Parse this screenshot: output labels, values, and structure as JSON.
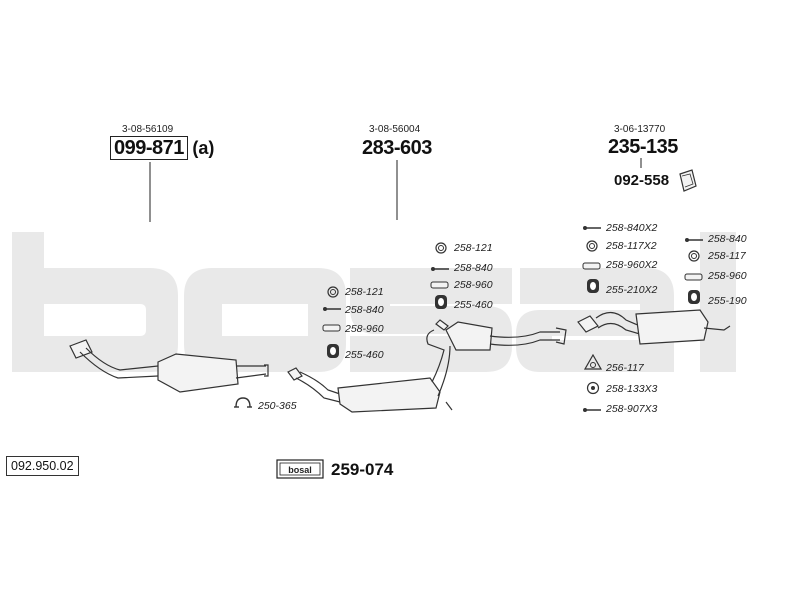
{
  "diagram_id": "092.950.02",
  "watermark": {
    "text": "bosal"
  },
  "brand_tag": {
    "text": "bosal",
    "part_number": "259-074"
  },
  "sections": [
    {
      "ref": "3-08-56109",
      "part_number": "099-871",
      "suffix": "(a)"
    },
    {
      "ref": "3-08-56004",
      "part_number": "283-603"
    },
    {
      "ref": "3-06-13770",
      "part_number": "235-135",
      "sub_part": "092-558"
    }
  ],
  "parts": {
    "first": [
      {
        "icon": "ring-icon",
        "code": "258-121"
      },
      {
        "icon": "bolt-icon",
        "code": "258-840"
      },
      {
        "icon": "sleeve-icon",
        "code": "258-960"
      },
      {
        "icon": "rubber-mount-icon",
        "code": "255-460"
      }
    ],
    "second": [
      {
        "icon": "ring-icon",
        "code": "258-121"
      },
      {
        "icon": "bolt-icon",
        "code": "258-840"
      },
      {
        "icon": "sleeve-icon",
        "code": "258-960"
      },
      {
        "icon": "rubber-mount-icon",
        "code": "255-460"
      }
    ],
    "third_left": [
      {
        "icon": "bolt-icon",
        "code": "258-840X2"
      },
      {
        "icon": "ring-icon",
        "code": "258-117X2"
      },
      {
        "icon": "sleeve-icon",
        "code": "258-960X2"
      },
      {
        "icon": "rubber-mount-icon",
        "code": "255-210X2"
      }
    ],
    "third_right": [
      {
        "icon": "bolt-icon",
        "code": "258-840"
      },
      {
        "icon": "ring-icon",
        "code": "258-117"
      },
      {
        "icon": "sleeve-icon",
        "code": "258-960"
      },
      {
        "icon": "rubber-mount-icon",
        "code": "255-190"
      }
    ],
    "third_bottom": [
      {
        "icon": "gasket-icon",
        "code": "256-117"
      },
      {
        "icon": "spring-washer-icon",
        "code": "258-133X3"
      },
      {
        "icon": "bolt-icon",
        "code": "258-907X3"
      }
    ],
    "clamp": {
      "icon": "clamp-icon",
      "code": "250-365"
    }
  }
}
